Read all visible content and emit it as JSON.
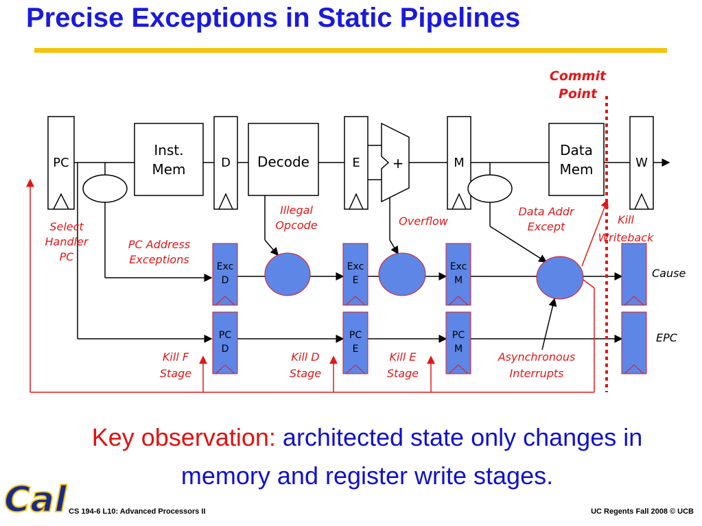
{
  "slide": {
    "title": "Precise Exceptions in Static Pipelines",
    "observation_key": "Key observation:",
    "observation_text": "architected state only changes in memory and register write stages.",
    "footer_left": "CS 194-6 L10: Advanced Processors II",
    "footer_right": "UC Regents Fall 2008 © UCB",
    "logo_text": "Cal"
  },
  "diagram": {
    "pipeline_registers": [
      "PC",
      "D",
      "E",
      "M",
      "W"
    ],
    "blocks": {
      "inst_mem_line1": "Inst.",
      "inst_mem_line2": "Mem",
      "decode": "Decode",
      "alu": "+",
      "data_mem_line1": "Data",
      "data_mem_line2": "Mem"
    },
    "commit_point": [
      "Commit",
      "Point"
    ],
    "exception_sources": {
      "illegal_opcode": [
        "Illegal",
        "Opcode"
      ],
      "overflow": [
        "Overflow"
      ],
      "data_addr_except": [
        "Data Addr",
        "Except"
      ],
      "pc_address_exceptions": [
        "PC Address",
        "Exceptions"
      ],
      "select_handler_pc": [
        "Select",
        "Handler",
        "PC"
      ],
      "kill_writeback": [
        "Kill",
        "Writeback"
      ],
      "asynchronous_interrupts": [
        "Asynchronous",
        "Interrupts"
      ]
    },
    "exc_registers": [
      [
        "Exc",
        "D"
      ],
      [
        "Exc",
        "E"
      ],
      [
        "Exc",
        "M"
      ]
    ],
    "pc_registers": [
      [
        "PC",
        "D"
      ],
      [
        "PC",
        "E"
      ],
      [
        "PC",
        "M"
      ]
    ],
    "kill_labels": [
      [
        "Kill F",
        "Stage"
      ],
      [
        "Kill D",
        "Stage"
      ],
      [
        "Kill E",
        "Stage"
      ]
    ],
    "outputs": {
      "cause": "Cause",
      "epc": "EPC"
    },
    "colors": {
      "exception_blue": "#5e86e6",
      "red": "#e01818",
      "title_blue": "#1a1add",
      "rule_yellow": "#f2c40c"
    }
  }
}
